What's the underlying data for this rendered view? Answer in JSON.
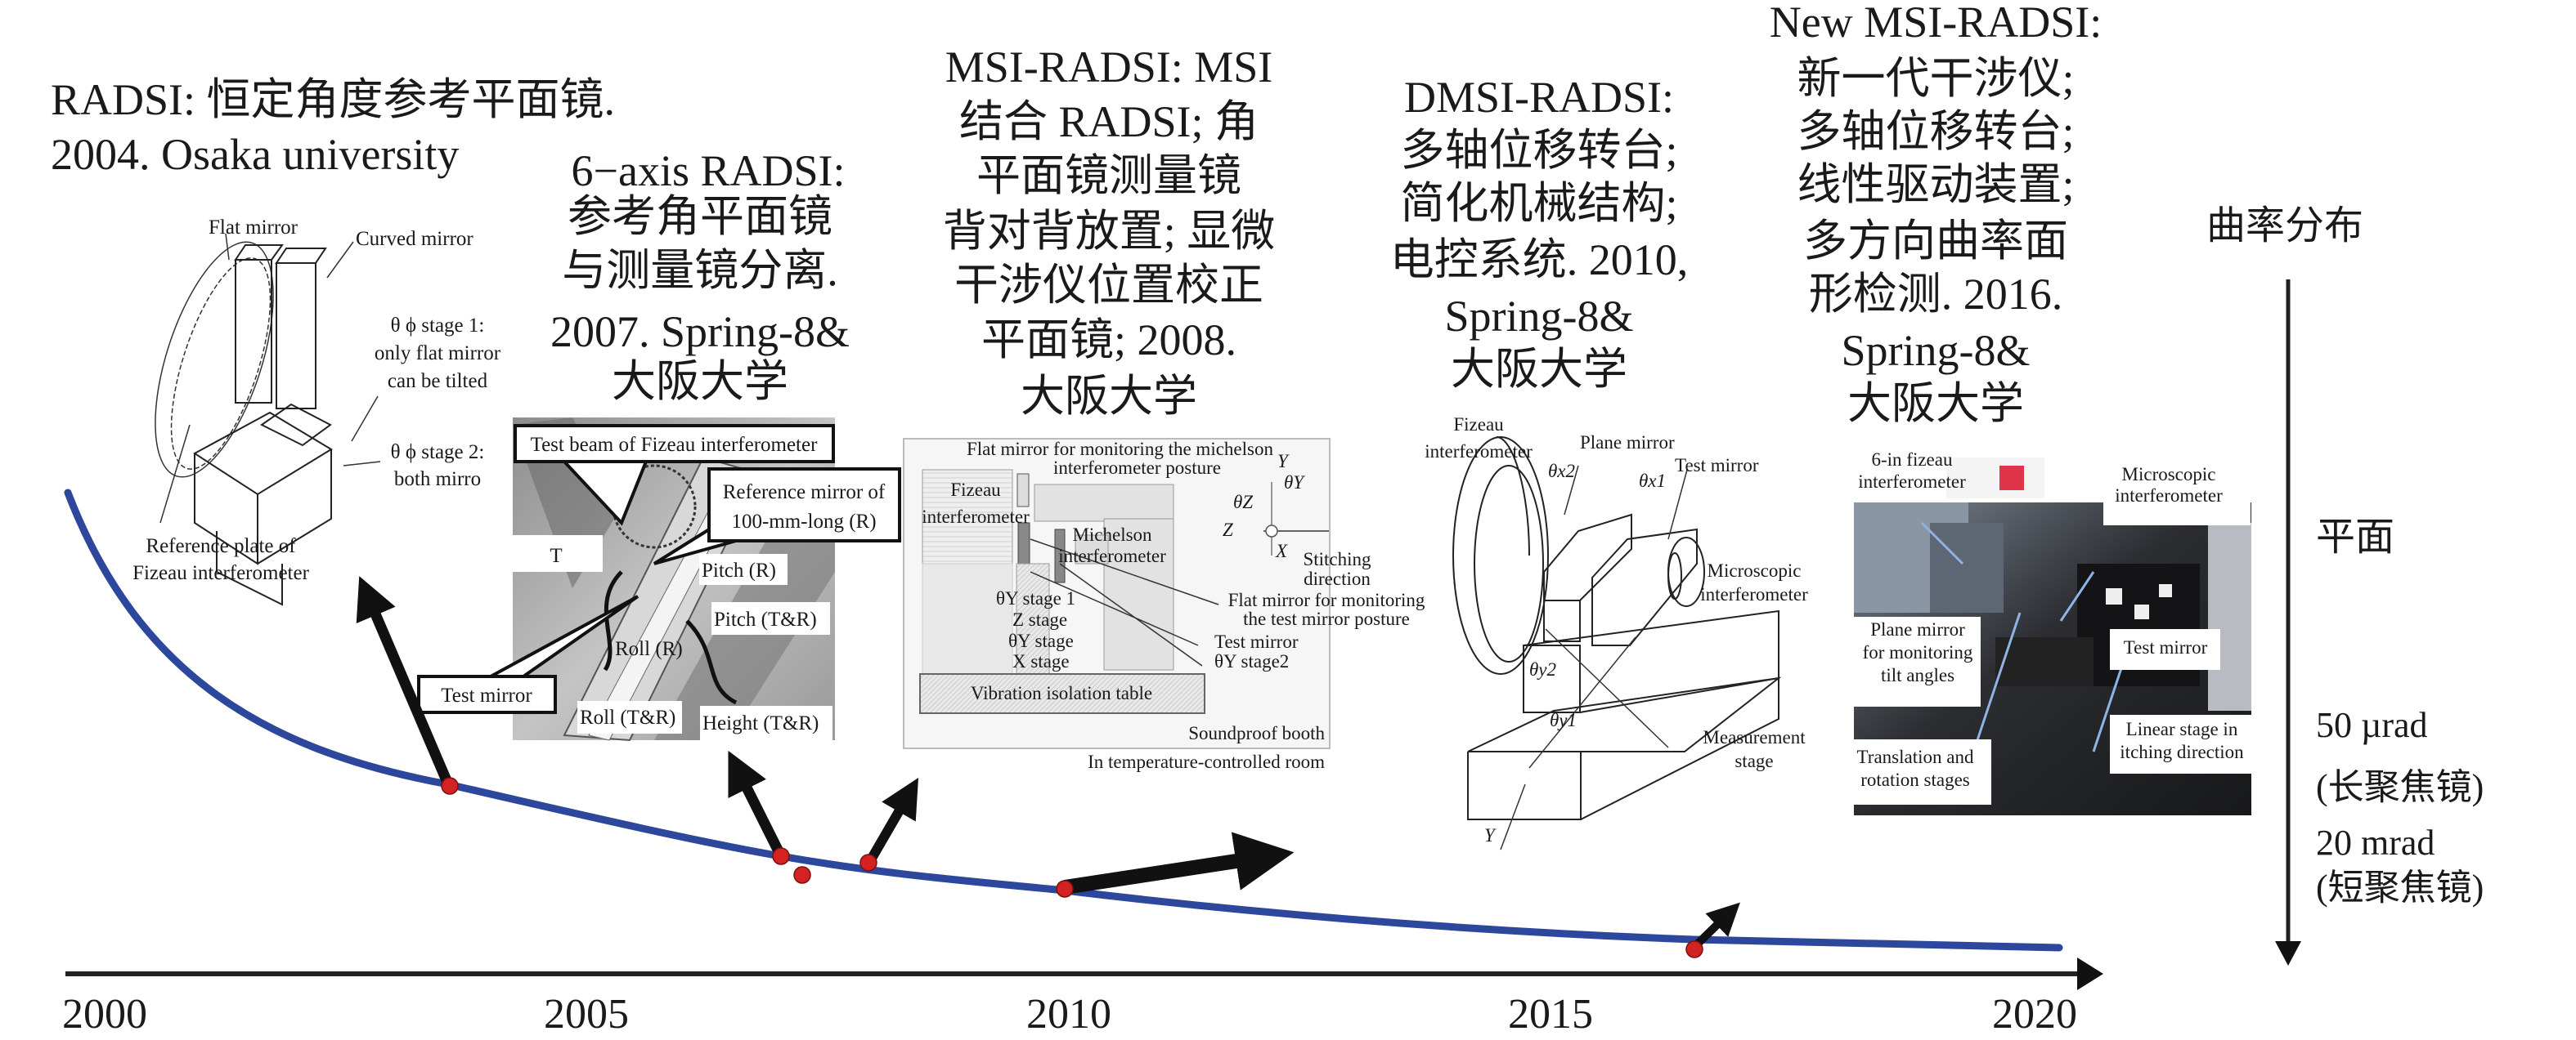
{
  "milestones": [
    {
      "lines": [
        "RADSI: 恒定角度参考平面镜.",
        "2004. Osaka university"
      ]
    },
    {
      "lines": [
        "6−axis RADSI:",
        "参考角平面镜",
        "与测量镜分离.",
        "2007. Spring-8&",
        "大阪大学"
      ]
    },
    {
      "lines": [
        "MSI-RADSI: MSI",
        "结合 RADSI; 角",
        "平面镜测量镜",
        "背对背放置; 显微",
        "干涉仪位置校正",
        "平面镜; 2008.",
        "大阪大学"
      ]
    },
    {
      "lines": [
        "DMSI-RADSI:",
        "多轴位移转台;",
        "简化机械结构;",
        "电控系统. 2010,",
        "Spring-8&",
        "大阪大学"
      ]
    },
    {
      "lines": [
        "New MSI-RADSI:",
        "新一代干涉仪;",
        "多轴位移转台;",
        "线性驱动装置;",
        "多方向曲率面",
        "形检测. 2016.",
        "Spring-8&",
        "大阪大学"
      ]
    }
  ],
  "figures": {
    "radsi": {
      "flat_mirror": "Flat mirror",
      "curved_mirror": "Curved mirror",
      "stage1": [
        "θ ϕ stage 1:",
        "only flat mirror",
        "can be tilted"
      ],
      "stage2": [
        "θ ϕ stage 2:",
        "both mirro"
      ],
      "reference_plate": [
        "Reference plate of",
        "Fizeau interferometer"
      ]
    },
    "six_axis": {
      "test_beam": "Test beam of Fizeau interferometer",
      "reference_mirror": [
        "Reference mirror of",
        "100-mm-long (R)"
      ],
      "t": "T",
      "pitch_r": "Pitch (R)",
      "pitch_tr": "Pitch (T&R)",
      "roll_r": "Roll (R)",
      "test_mirror": "Test mirror",
      "roll_tr": "Roll (T&R)",
      "height_tr": "Height (T&R)"
    },
    "msi": {
      "flat_mirror_michelson": [
        "Flat mirror for monitoring the michelson",
        "interferometer posture"
      ],
      "fizeau": [
        "Fizeau",
        "interferometer"
      ],
      "michelson": [
        "Michelson",
        "interferometer"
      ],
      "axis_y": "Y",
      "axis_theta_y": "θY",
      "axis_theta_z": "θZ",
      "axis_z": "Z",
      "axis_x": "X",
      "stitching": [
        "Stitching",
        "direction"
      ],
      "flat_mirror_test": [
        "Flat mirror for monitoring",
        "the test mirror posture"
      ],
      "test_mirror": "Test mirror",
      "stage_ty2": "θY stage2",
      "stage_ty1": "θY stage 1",
      "stage_z": "Z stage",
      "stage_ty": "θY stage",
      "stage_x": "X stage",
      "vibration_table": "Vibration isolation table",
      "soundproof": "Soundproof booth",
      "room": "In temperature-controlled room"
    },
    "dmsi": {
      "fizeau": [
        "Fizeau",
        "interferometer"
      ],
      "plane_mirror": "Plane mirror",
      "test_mirror": "Test mirror",
      "tx2": "θx2",
      "tx1": "θx1",
      "microscopic": [
        "Microscopic",
        "interferometer"
      ],
      "ty2": "θy2",
      "ty1": "θy1",
      "measurement_stage": [
        "Measurement",
        "stage"
      ],
      "y": "Y"
    },
    "new_msi": {
      "fizeau": [
        "6-in fizeau",
        "interferometer"
      ],
      "microscopic": [
        "Microscopic",
        "interferometer"
      ],
      "plane_mirror": [
        "Plane mirror",
        "for monitoring",
        "tilt angles"
      ],
      "test_mirror": "Test mirror",
      "translation": [
        "Translation and",
        "rotation stages"
      ],
      "linear_stage": [
        "Linear stage in",
        "itching direction"
      ]
    }
  },
  "timeline": {
    "ticks": [
      "2000",
      "2005",
      "2010",
      "2015",
      "2020"
    ]
  },
  "right_axis": {
    "title": "曲率分布",
    "top": "平面",
    "values": [
      "50 µrad",
      "(长聚焦镜)",
      "20 mrad",
      "(短聚焦镜)"
    ]
  },
  "colors": {
    "curve": "#2c479b",
    "milestone_dot": "#d42121",
    "arrow": "#111111"
  }
}
